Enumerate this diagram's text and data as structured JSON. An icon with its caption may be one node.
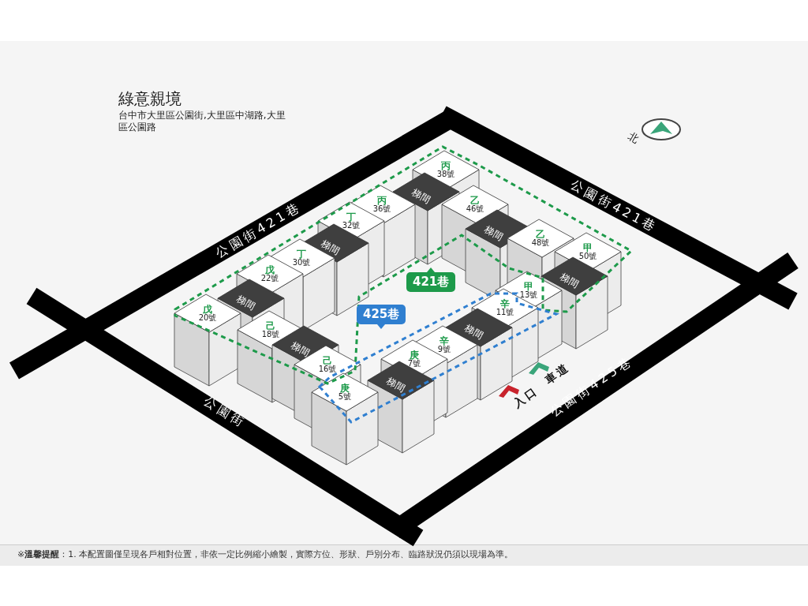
{
  "diagram": {
    "title": "綠意親境",
    "caption": "※**溫馨提醒**：1. 本配置圖僅呈現各戶相對位置，非依一定比例縮小繪製，實際方位、形狀、戶別分布、臨路狀況仍須以現場為準。",
    "nodes": [
      {
        "text": [
          "戊",
          "20號"
        ]
      },
      {
        "text": [
          "梯間"
        ]
      },
      {
        "text": [
          "戊",
          "22號"
        ]
      },
      {
        "text": [
          "丁",
          "30號"
        ]
      },
      {
        "text": [
          "梯間"
        ]
      },
      {
        "text": [
          "丁",
          "32號"
        ]
      },
      {
        "text": [
          "丙",
          "36號"
        ]
      },
      {
        "text": [
          "梯間"
        ]
      },
      {
        "text": [
          "丙",
          "38號"
        ]
      },
      {
        "text": [
          "乙",
          "46號"
        ]
      },
      {
        "text": [
          "梯間"
        ]
      },
      {
        "text": [
          "乙",
          "48號"
        ]
      },
      {
        "text": [
          "甲",
          "50號"
        ]
      },
      {
        "text": [
          "梯間"
        ]
      },
      {
        "text": [
          "甲",
          "13號"
        ]
      },
      {
        "text": [
          "辛",
          "11號"
        ]
      },
      {
        "text": [
          "梯間"
        ]
      },
      {
        "text": [
          "辛",
          "9號"
        ]
      },
      {
        "text": [
          "庚",
          "7號"
        ]
      },
      {
        "text": [
          "梯間"
        ]
      },
      {
        "text": [
          "己",
          "18號"
        ]
      },
      {
        "text": [
          "梯間"
        ]
      },
      {
        "text": [
          "己",
          "16號"
        ]
      },
      {
        "text": [
          "庚",
          "5號"
        ]
      }
    ],
    "labels": [
      "台中市大里區公園街,大里區中湖路,大里區公園路",
      "公園街421巷",
      "北",
      "公園街421巷",
      "421巷",
      "425巷",
      "車道",
      "入口",
      "公園街425巷",
      "公園街"
    ]
  }
}
